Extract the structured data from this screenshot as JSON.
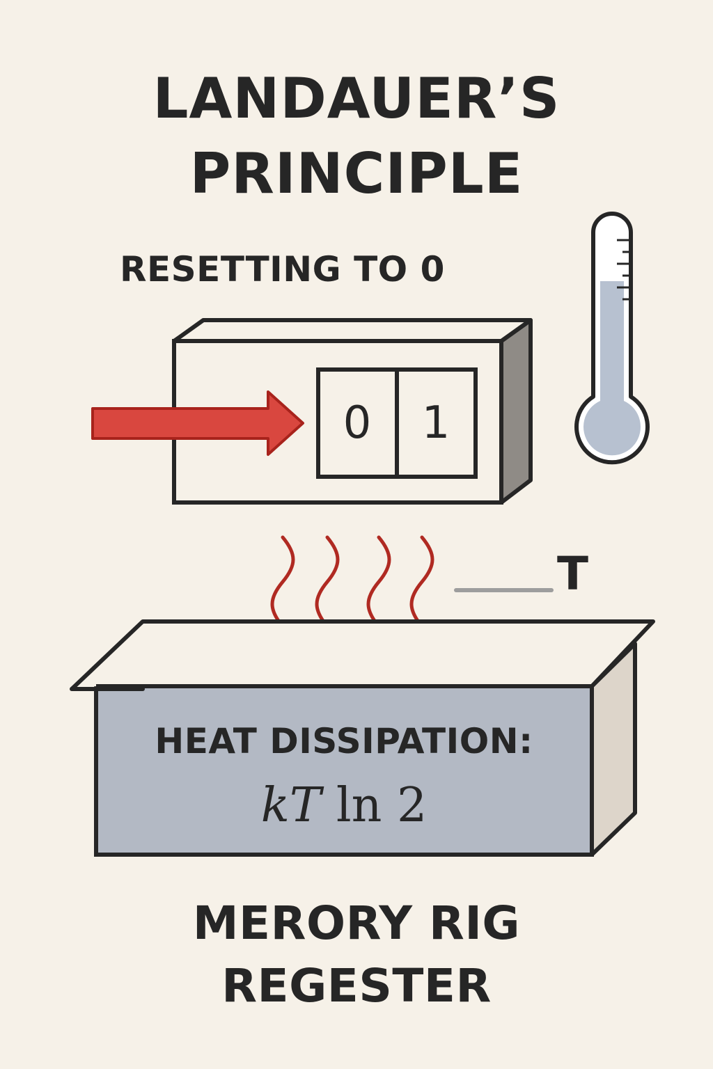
{
  "title": {
    "line1": "LANDAUER’S",
    "line2": "PRINCIPLE"
  },
  "subtitle": "RESETTING TO 0",
  "register": {
    "bits": [
      "0",
      "1"
    ]
  },
  "temperature_label": "T",
  "heat_box": {
    "label": "HEAT DISSIPATION:",
    "formula": {
      "k": "k",
      "T": "T",
      "rest": " ln 2"
    }
  },
  "caption": {
    "line1": "MERORY RIG",
    "line2": "REGESTER"
  },
  "colors": {
    "background": "#f6f1e8",
    "arrow": "#d9473f",
    "heat_waves": "#b02a22",
    "box_face": "#b3b9c4",
    "thermometer_fluid": "#b7c1d0",
    "ink": "#262626"
  },
  "icons": [
    "reset-arrow-icon",
    "thermometer-icon",
    "heat-wave-icon"
  ]
}
